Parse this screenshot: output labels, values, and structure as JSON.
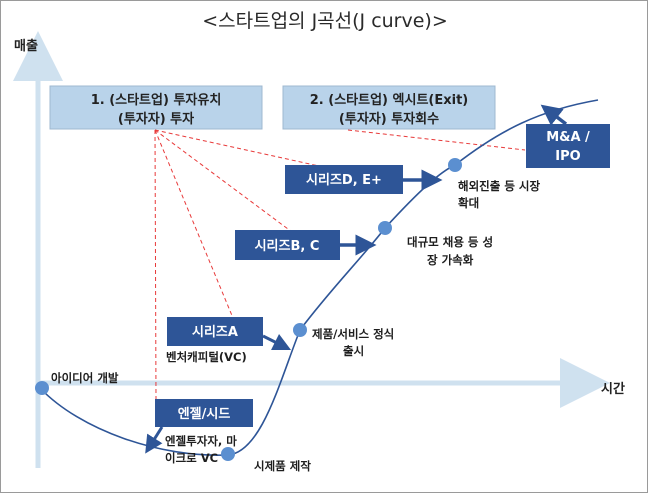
{
  "title": "<스타트업의 J곡선(J curve)>",
  "axes": {
    "y_label": "매출",
    "x_label": "시간"
  },
  "top_boxes": [
    {
      "line1": "1.  (스타트업) 투자유치",
      "line2": "(투자자) 투자"
    },
    {
      "line1": "2. (스타트업) 엑시트(Exit)",
      "line2": "(투자자) 투자회수"
    }
  ],
  "stage_boxes": {
    "angel": "엔젤/시드",
    "series_a": "시리즈A",
    "series_bc": "시리즈B, C",
    "series_de": "시리즈D, E+",
    "exit_line1": "M&A /",
    "exit_line2": "IPO"
  },
  "points": {
    "idea": "아이디어 개발",
    "prototype": "시제품 제작",
    "launch_line1": "제품/서비스 정식",
    "launch_line2": "출시",
    "scale_line1": "대규모 채용 등 성",
    "scale_line2": "장 가속화",
    "overseas_line1": "해외진출 등 시장",
    "overseas_line2": "확대"
  },
  "investor_notes": {
    "angel_line1": "엔젤투자자, 마",
    "angel_line2": "이크로 VC",
    "vc": "벤처캐피털(VC)"
  },
  "colors": {
    "axis": "#cfe1ef",
    "box_light": "#b9d3ea",
    "box_dark": "#2e5597",
    "curve": "#2e5597",
    "dot": "#5b8fd0",
    "dashed": "#e83a3a"
  }
}
